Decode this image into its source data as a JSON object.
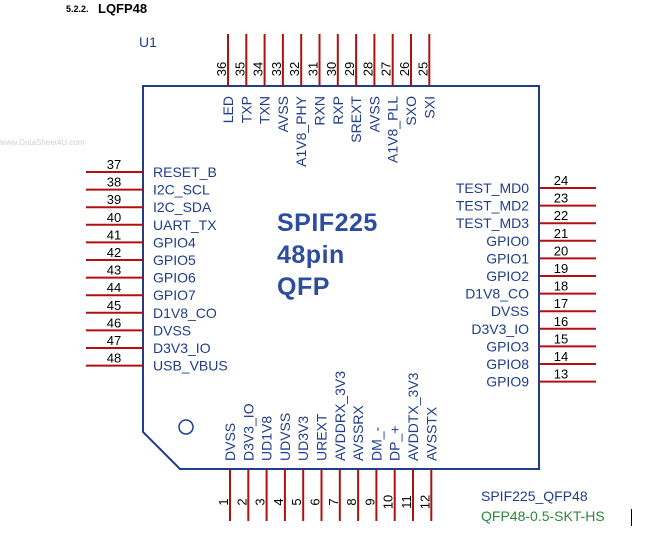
{
  "header": {
    "section_number": "5.2.2.",
    "title": "LQFP48"
  },
  "component": {
    "ref": "U1",
    "title_lines": [
      "SPIF225",
      "48pin",
      "QFP"
    ],
    "part_name": "SPIF225_QFP48",
    "footprint": "QFP48-0.5-SKT-HS"
  },
  "watermark": "www.DataSheet4U.com",
  "colors": {
    "pin_line": "#b01010",
    "body_outline": "#1f3d8c",
    "label": "#1f3d8c",
    "title": "#2c4c9e",
    "footprint": "#2a8a3a"
  },
  "pins": {
    "left": [
      {
        "num": "37",
        "name": "RESET_B"
      },
      {
        "num": "38",
        "name": "I2C_SCL"
      },
      {
        "num": "39",
        "name": "I2C_SDA"
      },
      {
        "num": "40",
        "name": "UART_TX"
      },
      {
        "num": "41",
        "name": "GPIO4"
      },
      {
        "num": "42",
        "name": "GPIO5"
      },
      {
        "num": "43",
        "name": "GPIO6"
      },
      {
        "num": "44",
        "name": "GPIO7"
      },
      {
        "num": "45",
        "name": "D1V8_CO"
      },
      {
        "num": "46",
        "name": "DVSS"
      },
      {
        "num": "47",
        "name": "D3V3_IO"
      },
      {
        "num": "48",
        "name": "USB_VBUS"
      }
    ],
    "right": [
      {
        "num": "24",
        "name": "TEST_MD0"
      },
      {
        "num": "23",
        "name": "TEST_MD2"
      },
      {
        "num": "22",
        "name": "TEST_MD3"
      },
      {
        "num": "21",
        "name": "GPIO0"
      },
      {
        "num": "20",
        "name": "GPIO1"
      },
      {
        "num": "19",
        "name": "GPIO2"
      },
      {
        "num": "18",
        "name": "D1V8_CO"
      },
      {
        "num": "17",
        "name": "DVSS"
      },
      {
        "num": "16",
        "name": "D3V3_IO"
      },
      {
        "num": "15",
        "name": "GPIO3"
      },
      {
        "num": "14",
        "name": "GPIO8"
      },
      {
        "num": "13",
        "name": "GPIO9"
      }
    ],
    "top": [
      {
        "num": "36",
        "name": "LED"
      },
      {
        "num": "35",
        "name": "TXP"
      },
      {
        "num": "34",
        "name": "TXN"
      },
      {
        "num": "33",
        "name": "AVSS"
      },
      {
        "num": "32",
        "name": "A1V8_PHY"
      },
      {
        "num": "31",
        "name": "RXN"
      },
      {
        "num": "30",
        "name": "RXP"
      },
      {
        "num": "29",
        "name": "SREXT"
      },
      {
        "num": "28",
        "name": "AVSS"
      },
      {
        "num": "27",
        "name": "A1V8_PLL"
      },
      {
        "num": "26",
        "name": "SXO"
      },
      {
        "num": "25",
        "name": "SXI"
      }
    ],
    "bottom": [
      {
        "num": "1",
        "name": "DVSS"
      },
      {
        "num": "2",
        "name": "D3V3_IO"
      },
      {
        "num": "3",
        "name": "UD1V8"
      },
      {
        "num": "4",
        "name": "UDVSS"
      },
      {
        "num": "5",
        "name": "UD3V3"
      },
      {
        "num": "6",
        "name": "UREXT"
      },
      {
        "num": "7",
        "name": "AVDDRX_3V3"
      },
      {
        "num": "8",
        "name": "AVSSRX"
      },
      {
        "num": "9",
        "name": "DM_-"
      },
      {
        "num": "10",
        "name": "DP_+"
      },
      {
        "num": "11",
        "name": "AVDDTX_3V3"
      },
      {
        "num": "12",
        "name": "AVSSTX"
      }
    ]
  }
}
